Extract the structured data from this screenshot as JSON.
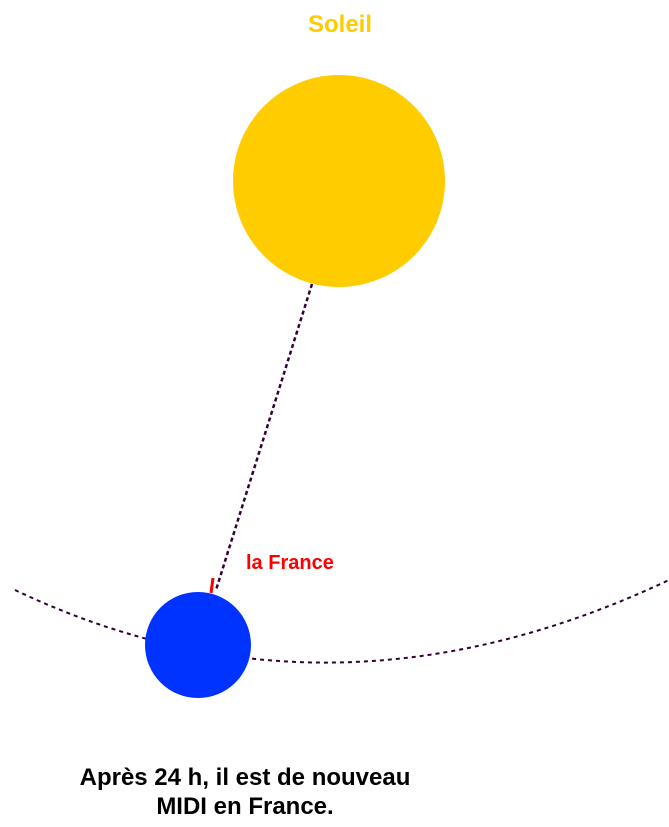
{
  "sun": {
    "label": "Soleil",
    "color": "#ffcc00"
  },
  "earth": {
    "color": "#0033ff"
  },
  "france": {
    "label": "la France",
    "color": "#ff0000"
  },
  "orbit": {
    "color": "#330033"
  },
  "caption": {
    "line1": "Après 24 h, il est de nouveau",
    "line2": "MIDI en France."
  }
}
